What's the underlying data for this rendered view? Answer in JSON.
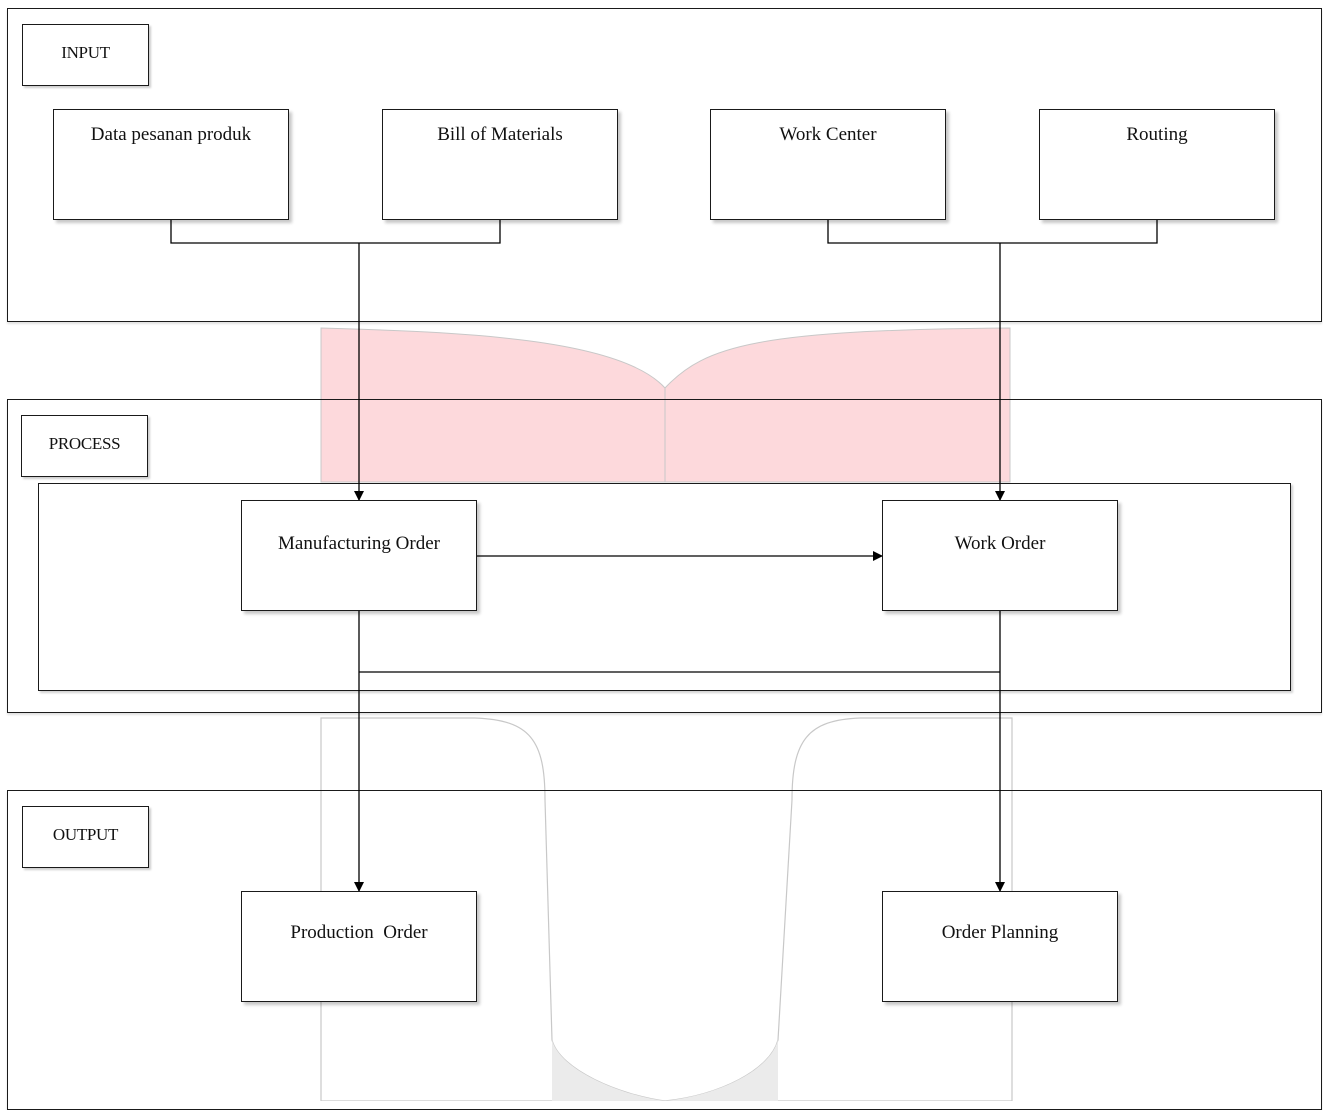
{
  "sections": {
    "input": {
      "label": "INPUT"
    },
    "process": {
      "label": "PROCESS"
    },
    "output": {
      "label": "OUTPUT"
    }
  },
  "nodes": {
    "data_pesanan_produk": "Data pesanan produk",
    "bill_of_materials": "Bill of Materials",
    "work_center": "Work Center",
    "routing": "Routing",
    "manufacturing_order": "Manufacturing Order",
    "work_order": "Work Order",
    "production_order": "Production  Order",
    "order_planning": "Order Planning"
  },
  "colors": {
    "line": "#000000",
    "watermark_top_fill": "#fdd9dc",
    "watermark_bottom_fill": "#ebebeb",
    "watermark_stroke": "#c8c8c8"
  }
}
